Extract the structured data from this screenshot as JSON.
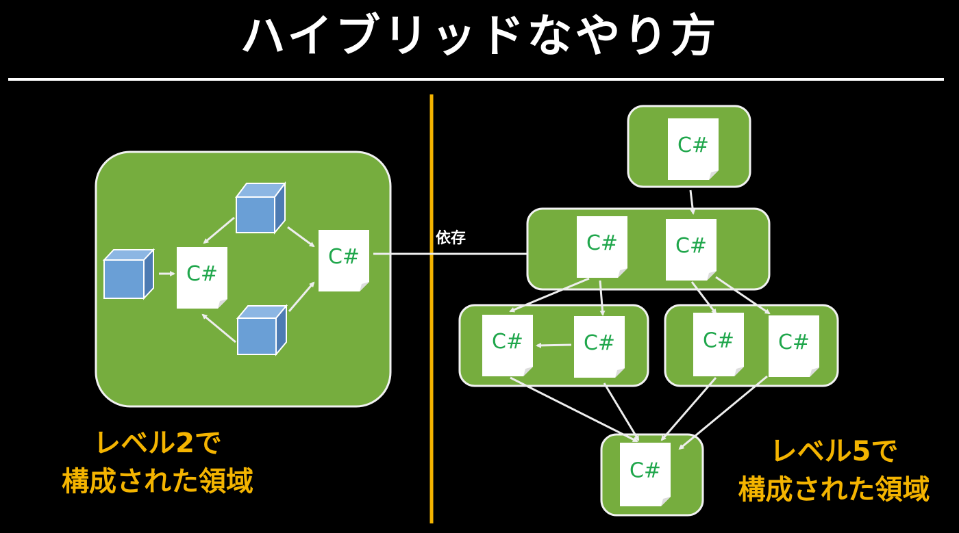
{
  "title": "ハイブリッドなやり方",
  "colors": {
    "background": "#000000",
    "title": "#ffffff",
    "divider": "#ffffff",
    "vertical_divider": "#f4b400",
    "group_fill": "#76ad3e",
    "group_stroke": "#f2f2f2",
    "document_fill": "#ffffff",
    "document_text": "#1fa64b",
    "cube_front": "#6a9fd6",
    "cube_top": "#8cb6e3",
    "cube_side": "#4d7bb3",
    "arrow": "#eeeeee",
    "label": "#f4b400"
  },
  "dependency_label": "依存",
  "left_panel": {
    "label_line1": "レベル2で",
    "label_line2": "構成された領域",
    "documents": [
      {
        "text": "C#"
      },
      {
        "text": "C#"
      }
    ],
    "cube_count": 3
  },
  "right_panel": {
    "label_line1": "レベル5で",
    "label_line2": "構成された領域",
    "groups": [
      {
        "name": "top",
        "documents": [
          "C#"
        ]
      },
      {
        "name": "middle",
        "documents": [
          "C#",
          "C#"
        ]
      },
      {
        "name": "lower-left",
        "documents": [
          "C#",
          "C#"
        ]
      },
      {
        "name": "lower-right",
        "documents": [
          "C#",
          "C#"
        ]
      },
      {
        "name": "bottom",
        "documents": [
          "C#"
        ]
      }
    ]
  }
}
